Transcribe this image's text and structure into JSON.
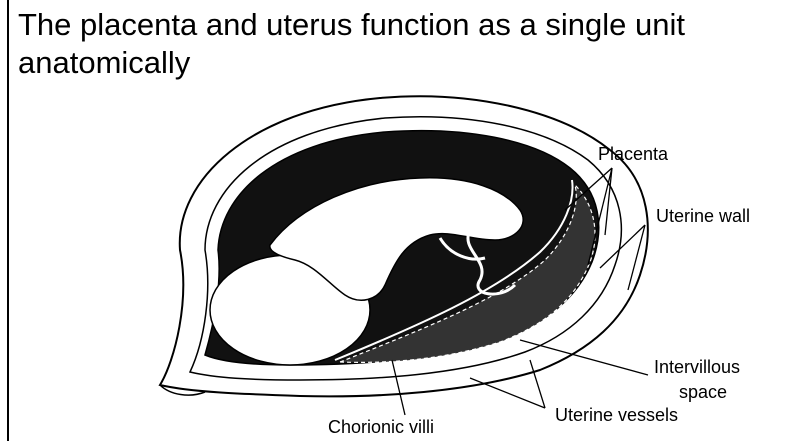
{
  "title": {
    "line1": "The placenta and uterus function as a single unit",
    "line2": "anatomically"
  },
  "labels": {
    "placenta": "Placenta",
    "uterine_wall": "Uterine wall",
    "intervillous_space_line1": "Intervillous",
    "intervillous_space_line2": "space",
    "uterine_vessels": "Uterine vessels",
    "chorionic_villi": "Chorionic villi"
  }
}
